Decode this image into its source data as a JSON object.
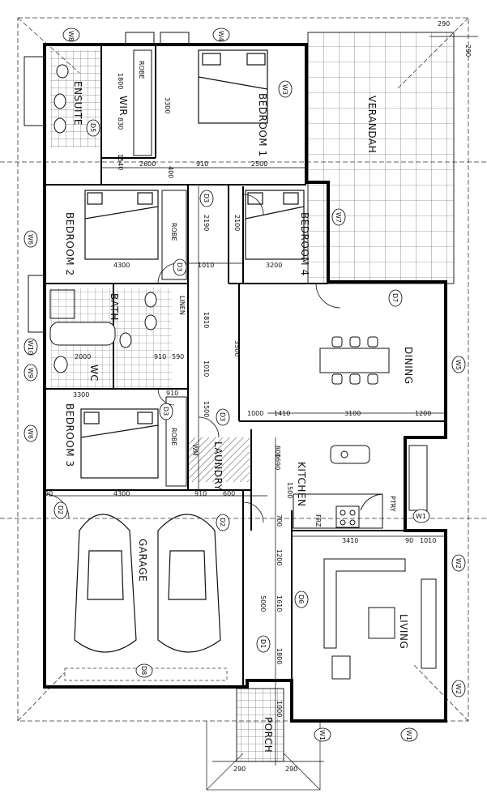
{
  "rooms": {
    "ensuite": "ENSUITE",
    "wir": "WIR",
    "bedroom1": "BEDROOM 1",
    "verandah": "VERANDAH",
    "bedroom2": "BEDROOM 2",
    "bedroom4": "BEDROOM 4",
    "bath": "BATH",
    "wc": "WC",
    "dining": "DINING",
    "bedroom3": "BEDROOM 3",
    "laundry": "LAUNDRY",
    "kitchen": "KITCHEN",
    "garage": "GARAGE",
    "living": "LIVING",
    "porch": "PORCH"
  },
  "fixtures": {
    "robe": "ROBE",
    "linen": "LINEN",
    "wm": "WM",
    "fr": "FRZ",
    "ptry": "PTRY"
  },
  "tags": {
    "w8": "W8",
    "w4": "W4",
    "w3": "W3",
    "w7": "W7",
    "w6": "W6",
    "w10": "W10",
    "w9": "W9",
    "w5": "W5",
    "w1": "W1",
    "w2": "W2",
    "d1": "D1",
    "d2": "D2",
    "d3": "D3",
    "d5": "D5",
    "d6": "D6",
    "d7": "D7",
    "d8": "D8"
  },
  "dims": {
    "a1800": "1800",
    "a830": "830",
    "a3300": "3300",
    "a1540": "1540",
    "a2600": "2600",
    "a400": "400",
    "a910": "910",
    "a2500": "2500",
    "a290": "290",
    "a2190": "2190",
    "a2100": "2100",
    "a4300": "4300",
    "a3200": "3200",
    "a1010": "1010",
    "a1810": "1810",
    "a3500": "3500",
    "a2000": "2000",
    "a590": "590",
    "a1500": "1500",
    "a1000": "1000",
    "a1410": "1410",
    "a3100": "3100",
    "a1200": "1200",
    "a800": "800",
    "a1690": "1690",
    "a600": "600",
    "a700": "700",
    "a3410": "3410",
    "a5000": "5000",
    "a1610": "1610",
    "a90": "90"
  }
}
